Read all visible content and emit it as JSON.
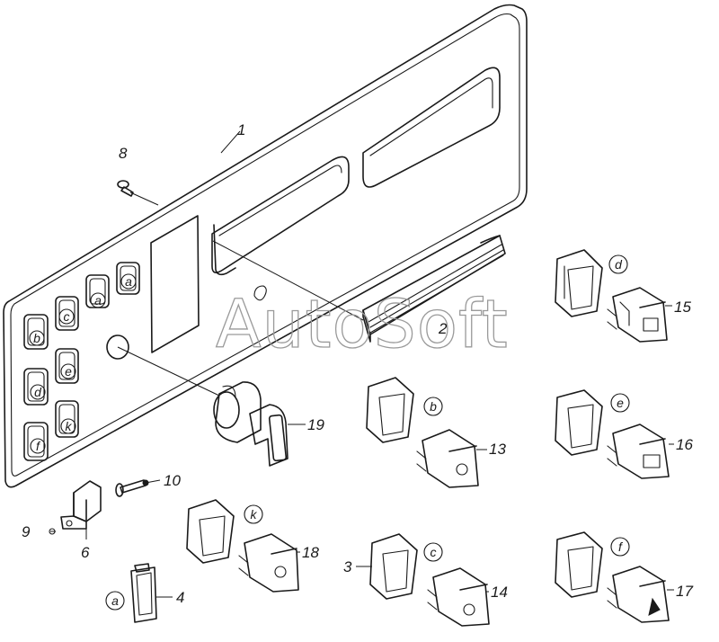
{
  "watermark": "AutoSoft",
  "callouts": {
    "c1": "1",
    "c2": "2",
    "c3": "3",
    "c4": "4",
    "c6": "6",
    "c8": "8",
    "c9": "9",
    "c10": "10",
    "c13": "13",
    "c14": "14",
    "c15": "15",
    "c16": "16",
    "c17": "17",
    "c18": "18",
    "c19": "19"
  },
  "panel_keys": {
    "a1": "a",
    "a2": "a",
    "c": "c",
    "b": "b",
    "e": "e",
    "d": "d",
    "k": "k",
    "f": "f"
  },
  "switch_letters": {
    "d": "d",
    "b": "b",
    "e": "e",
    "k": "k",
    "c": "c",
    "f": "f",
    "a": "a"
  }
}
